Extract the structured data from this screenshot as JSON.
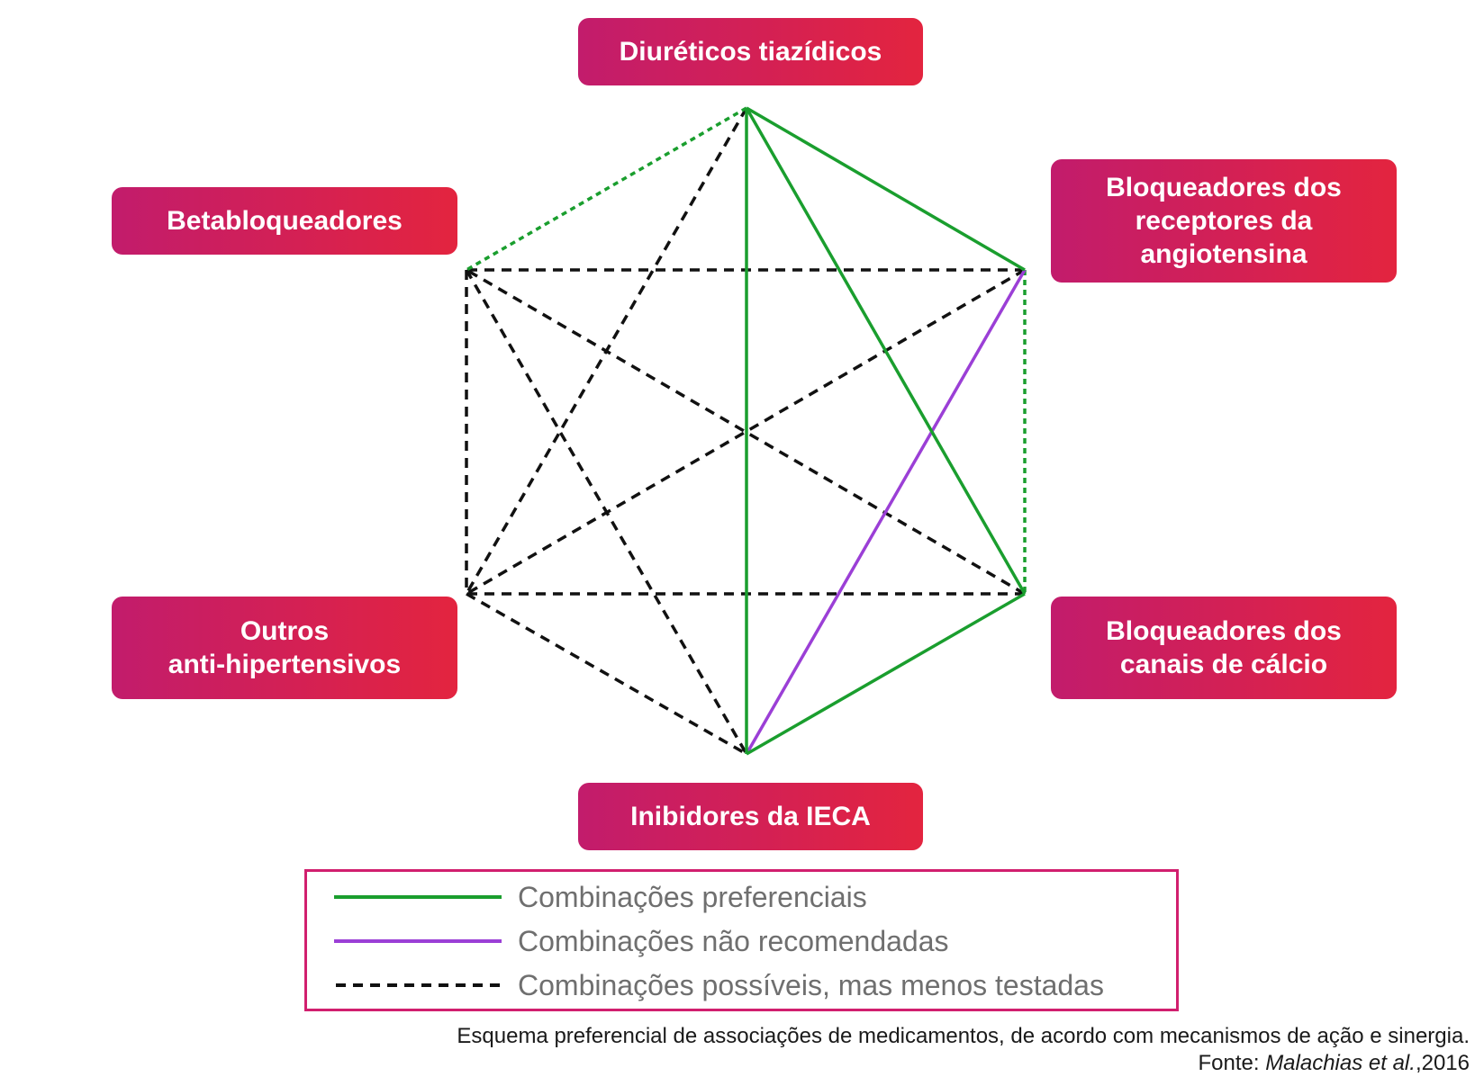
{
  "nodes": {
    "top": "Diuréticos tiazídicos",
    "upper_right": "Bloqueadores dos\nreceptores da\nangiotensina",
    "upper_left": "Betabloqueadores",
    "lower_left": "Outros\nanti-hipertensivos",
    "lower_right": "Bloqueadores dos\ncanais de cálcio",
    "bottom": "Inibidores da IECA"
  },
  "colors": {
    "node_gradient_start": "#c21c6c",
    "node_gradient_end": "#e3243f",
    "preferred": "#1a9e2e",
    "not_recommended": "#9b3fd6",
    "possible": "#111111",
    "legend_border": "#d11f6e"
  },
  "connections": [
    {
      "from": "top",
      "to": "upper_left",
      "style": "preferred_dashed"
    },
    {
      "from": "top",
      "to": "upper_right",
      "style": "preferred"
    },
    {
      "from": "top",
      "to": "lower_right",
      "style": "preferred"
    },
    {
      "from": "top",
      "to": "bottom",
      "style": "preferred"
    },
    {
      "from": "top",
      "to": "lower_left",
      "style": "possible"
    },
    {
      "from": "upper_right",
      "to": "lower_right",
      "style": "preferred_dashed"
    },
    {
      "from": "upper_right",
      "to": "bottom",
      "style": "not_recommended"
    },
    {
      "from": "upper_right",
      "to": "upper_left",
      "style": "possible"
    },
    {
      "from": "upper_right",
      "to": "lower_left",
      "style": "possible"
    },
    {
      "from": "lower_right",
      "to": "bottom",
      "style": "preferred"
    },
    {
      "from": "lower_right",
      "to": "upper_left",
      "style": "possible"
    },
    {
      "from": "lower_right",
      "to": "lower_left",
      "style": "possible"
    },
    {
      "from": "upper_left",
      "to": "lower_left",
      "style": "possible"
    },
    {
      "from": "upper_left",
      "to": "bottom",
      "style": "possible"
    },
    {
      "from": "lower_left",
      "to": "bottom",
      "style": "possible"
    }
  ],
  "legend": [
    {
      "label": "Combinações preferenciais",
      "style": "preferred"
    },
    {
      "label": "Combinações não recomendadas",
      "style": "not_recommended"
    },
    {
      "label": "Combinações possíveis, mas menos testadas",
      "style": "possible"
    }
  ],
  "caption": "Esquema preferencial de associações de medicamentos, de acordo com mecanismos de ação e sinergia.",
  "source": {
    "prefix": "Fonte: ",
    "author": "Malachias et al.",
    "year": ",2016"
  }
}
